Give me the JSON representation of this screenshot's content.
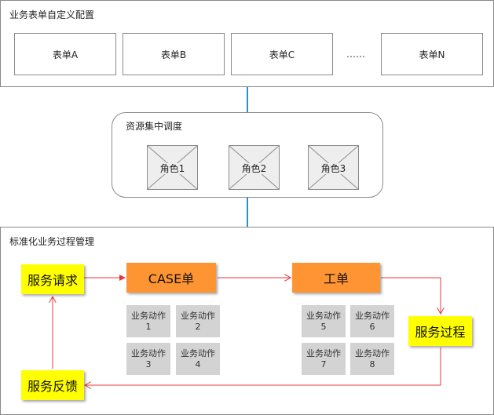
{
  "top_panel": {
    "title": "业务表单自定义配置",
    "forms": [
      "表单A",
      "表单B",
      "表单C",
      "表单N"
    ],
    "ellipsis": "……"
  },
  "middle_panel": {
    "title": "资源集中调度",
    "roles": [
      "角色1",
      "角色2",
      "角色3"
    ]
  },
  "bottom_panel": {
    "title": "标准化业务过程管理",
    "service_request": "服务请求",
    "case_order": "CASE单",
    "work_order": "工单",
    "service_process": "服务过程",
    "service_feedback": "服务反馈",
    "case_actions": [
      {
        "line1": "业务动作",
        "line2": "1"
      },
      {
        "line1": "业务动作",
        "line2": "2"
      },
      {
        "line1": "业务动作",
        "line2": "3"
      },
      {
        "line1": "业务动作",
        "line2": "4"
      }
    ],
    "work_actions": [
      {
        "line1": "业务动作",
        "line2": "5"
      },
      {
        "line1": "业务动作",
        "line2": "6"
      },
      {
        "line1": "业务动作",
        "line2": "7"
      },
      {
        "line1": "业务动作",
        "line2": "8"
      }
    ]
  },
  "colors": {
    "connector": "#2f8fce",
    "arrow": "#e8393a",
    "yellow": "#ffff00",
    "orange": "#ff9433"
  }
}
